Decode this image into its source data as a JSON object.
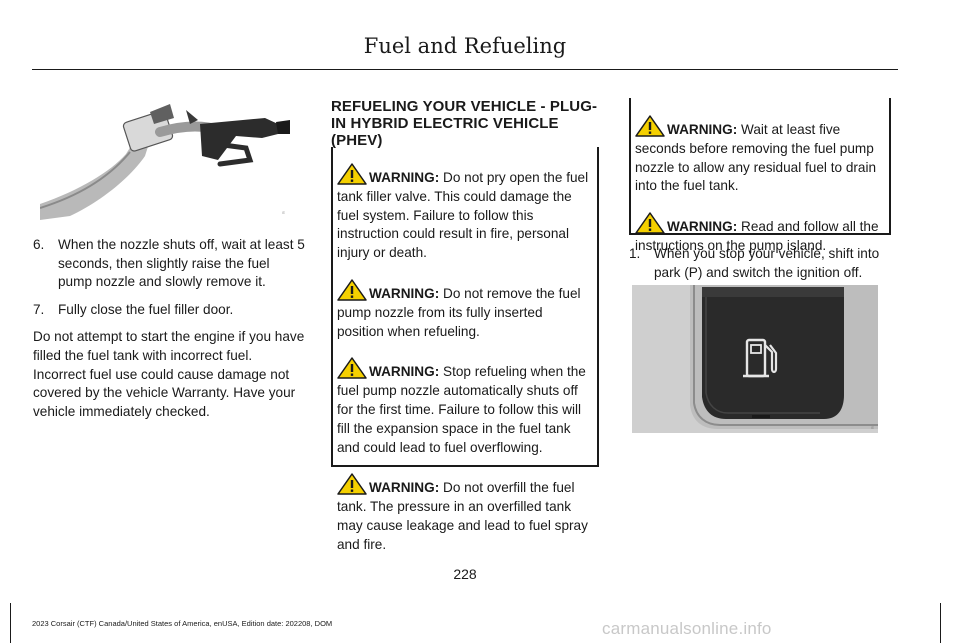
{
  "header": {
    "title": "Fuel and Refueling"
  },
  "left_column": {
    "figure": {
      "name": "fuel-nozzle-illustration",
      "code": "E"
    },
    "steps": [
      {
        "number": "6.",
        "text": "When the nozzle shuts off, wait at least 5 seconds, then slightly raise the fuel pump nozzle and slowly remove it."
      },
      {
        "number": "7.",
        "text": "Fully close the fuel filler door."
      }
    ],
    "paragraph": "Do not attempt to start the engine if you have filled the fuel tank with incorrect fuel. Incorrect fuel use could cause damage not covered by the vehicle Warranty. Have your vehicle immediately checked."
  },
  "middle_column": {
    "heading": "REFUELING YOUR VEHICLE - PLUG-IN HYBRID ELECTRIC VEHICLE (PHEV)",
    "warnings": [
      {
        "label": "WARNING:",
        "text": " Do not pry open the fuel tank filler valve. This could damage the fuel system. Failure to follow this instruction could result in fire, personal injury or death."
      },
      {
        "label": "WARNING:",
        "text": " Do not remove the fuel pump nozzle from its fully inserted position when refueling."
      },
      {
        "label": "WARNING:",
        "text": " Stop refueling when the fuel pump nozzle automatically shuts off for the first time. Failure to follow this will fill the expansion space in the fuel tank and could lead to fuel overflowing."
      },
      {
        "label": "WARNING:",
        "text": " Do not overfill the fuel tank. The pressure in an overfilled tank may cause leakage and lead to fuel spray and fire."
      }
    ]
  },
  "right_column": {
    "warnings": [
      {
        "label": "WARNING:",
        "text": " Wait at least five seconds before removing the fuel pump nozzle to allow any residual fuel to drain into the fuel tank."
      },
      {
        "label": "WARNING:",
        "text": " Read and follow all the instructions on the pump island."
      }
    ],
    "steps": [
      {
        "number": "1.",
        "text": "When you stop your vehicle, shift into park (P) and switch the ignition off."
      }
    ],
    "figure": {
      "name": "fuel-door-button-illustration",
      "code": "E"
    }
  },
  "footer": {
    "page_number": "228",
    "edition_text": "2023 Corsair (CTF) Canada/United States of America, enUSA, Edition date: 202208, DOM",
    "watermark": "carmanualsonline.info"
  },
  "colors": {
    "text": "#1a1a1a",
    "warning_yellow": "#f5d000"
  }
}
